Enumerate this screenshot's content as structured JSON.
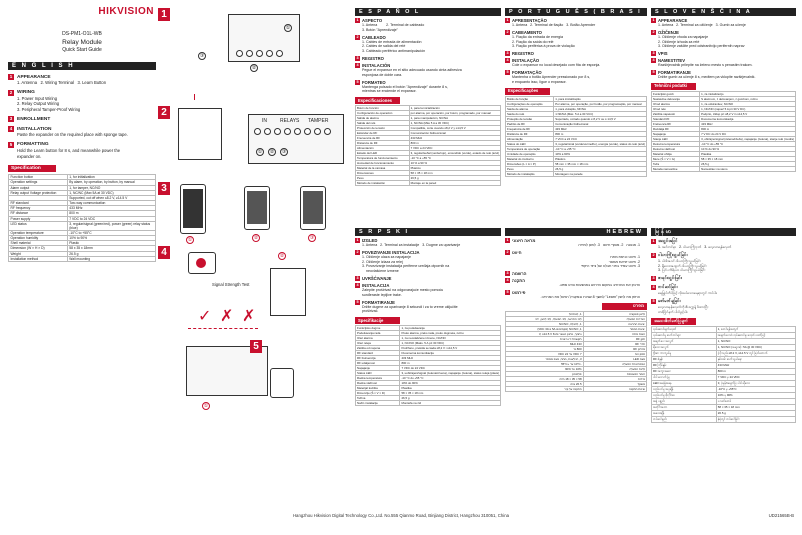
{
  "brand": "HIKVISION",
  "model": "DS-PM1-O1L-WB",
  "title": "Relay Module",
  "subtitle": "Quick Start Guide",
  "english": {
    "lang": "E N G L I S H",
    "sections": [
      {
        "n": "1",
        "h": "APPEARANCE",
        "t": "1. Antenna   2. Wiring Terminal   3. Learn Button"
      },
      {
        "n": "2",
        "h": "WIRING",
        "t": "1. Power Input Wiring\n2. Relay Output Wiring\n3. Peripheral Tamper-Proof Wiring"
      },
      {
        "n": "3",
        "h": "ENROLLMENT",
        "t": ""
      },
      {
        "n": "4",
        "h": "INSTALLATION",
        "t": "Paste the expander on the required place with sponge tape."
      },
      {
        "n": "5",
        "h": "FORMATTING",
        "t": "Hold the Learn button for 8 s, and meanwhile power the\nexpander on."
      }
    ],
    "spec_title": "Specification",
    "spec": [
      [
        "Function button",
        "1, for initialization"
      ],
      [
        "Operation settings",
        "By alarm, by operation, by button, by manual"
      ],
      [
        "Alarm output",
        "1, for tamper, NC/NO"
      ],
      [
        "Relay output Voltage protection",
        "1, NC/NC (Max 5A at 30 VDC)"
      ],
      [
        "",
        "Supported, cut off when ≤8.2 V, ≥14.5 V"
      ],
      [
        "RF standard",
        "Two-way communication"
      ],
      [
        "RF frequency",
        "433 MHz"
      ],
      [
        "RF distance",
        "800 m"
      ],
      [
        "Power supply",
        "7 VDC to 24 VDC"
      ],
      [
        "LED status",
        "3, regular/signal (green/red), power (green) relay status (blue)"
      ],
      [
        "Operation temperature",
        "-10°C to +55°C"
      ],
      [
        "Operation humidity",
        "10% to 90%"
      ],
      [
        "Shell material",
        "Plastic"
      ],
      [
        "Dimension (W × H × D)",
        "58 x 35 x 18mm"
      ],
      [
        "Weight",
        "26.5 g"
      ],
      [
        "Installation method",
        "Wall mounting"
      ]
    ]
  },
  "illustration": {
    "steps": [
      "1",
      "2",
      "3",
      "4",
      "5"
    ],
    "terminal_labels": [
      "IN",
      "RELAYS",
      "TAMPER"
    ],
    "callouts": [
      "①",
      "②",
      "③"
    ],
    "signal_label": "Signal Strength Test"
  },
  "espanol": {
    "lang": "E S P A Ñ O L",
    "sections": [
      {
        "n": "1",
        "h": "ASPECTO",
        "t": "1. Antena         2. Terminal de cableado\n3. Botón \"Aprendizaje\""
      },
      {
        "n": "2",
        "h": "CABLEADO",
        "t": "1. Cables de entrada de alimentación\n2. Cables de salida del relé\n3. Cableado periférico antimanipulación"
      },
      {
        "n": "3",
        "h": "REGISTRO",
        "t": ""
      },
      {
        "n": "4",
        "h": "INSTALACIÓN",
        "t": "Pegue el expansor en el sitio adecuado usando cinta adhesiva\nesponjosa de doble cara."
      },
      {
        "n": "5",
        "h": "FORMATEO",
        "t": "Mantenga pulsado el botón \"Aprendizaje\" durante 8 s,\nmientras se enciende el expansor."
      }
    ],
    "spec_title": "Especificaciones",
    "spec": [
      [
        "Botón de función",
        "1, para la inicialización"
      ],
      [
        "Configuración de operación",
        "por alarma, por operación, por botón, programado, por manual"
      ],
      [
        "Salida de alarma",
        "1, para manipulación, NC/NA"
      ],
      [
        "Salida del relé",
        "1, NC/NA (Máx 5 A a 30 VDC)"
      ],
      [
        "Protección de tensión",
        "Compatible, corte cuando ≤8,2 V y ≥14,5 V"
      ],
      [
        "Estándar de RF",
        "Comunicación bidireccional"
      ],
      [
        "Frecuencia de RF",
        "433 MHz"
      ],
      [
        "Distancia de RF",
        "800 m"
      ],
      [
        "Alimentación",
        "7 VDC a 24 VDC"
      ],
      [
        "Estado del LED",
        "3, regular/señal (verde/rojo), encendido (verde), estado de relé (azul)"
      ],
      [
        "Temperatura de funcionamiento",
        "-10 °C a +55 °C"
      ],
      [
        "Humedad de funcionamiento",
        "10 % a 90 %"
      ],
      [
        "Material de la carcasa",
        "Plástico"
      ],
      [
        "Dimensiones",
        "58 × 35 × 18 mm"
      ],
      [
        "Peso",
        "26,5 g"
      ],
      [
        "Método de instalación",
        "Montaje en la pared"
      ]
    ]
  },
  "portugues": {
    "lang": "P O R T U G U Ê S ( B R A S I L )",
    "sections": [
      {
        "n": "1",
        "h": "APRESENTAÇÃO",
        "t": "1. Antena   2. Terminal de fiação   3. Botão Aprender"
      },
      {
        "n": "2",
        "h": "CABEAMENTO",
        "t": "1. Fiação da entrada de energia\n2. Fiação da saída do relé\n3. Fiação periférica à prova de violação"
      },
      {
        "n": "3",
        "h": "REGISTRO",
        "t": ""
      },
      {
        "n": "4",
        "h": "INSTALAÇÃO",
        "t": "Cole o expansor no local desejado com fita de esponja."
      },
      {
        "n": "5",
        "h": "FORMATAÇÃO",
        "t": "Mantenha o botão Aprender pressionado por 8 s,\ne enquanto isso, ligue o expansor."
      }
    ],
    "spec_title": "Especificações",
    "spec": [
      [
        "Botão de função",
        "1, para inicialização"
      ],
      [
        "Configurações de operação",
        "Por alarme, por operação, por botão, por programação, por manual"
      ],
      [
        "Saída de alarme",
        "1, para violação, NF/NA"
      ],
      [
        "Saída do relé",
        "1 NF/NA (Máx. 5 A a 30 VCC)"
      ],
      [
        "Proteção de tensão",
        "Suportado, cortado quando ≤ 8,2 V ou ≥ 14,5 V"
      ],
      [
        "Padrão de RF",
        "Comunicação bidirecional"
      ],
      [
        "Frequência de RF",
        "433 MHz"
      ],
      [
        "Distância de RF",
        "800 m"
      ],
      [
        "Alimentação",
        "7 VCC a 24 VCC"
      ],
      [
        "Status do LED",
        "3, regular/sinal (verde/vermelho), energia (verde), status do relé (azul)"
      ],
      [
        "Temperatura de operação",
        "-10 °C a +55 °C"
      ],
      [
        "Umidade de operação",
        "10% a 90%"
      ],
      [
        "Material do invólucro",
        "Plástico"
      ],
      [
        "Dimensões (L × A × P)",
        "58 mm × 35 mm × 18 mm"
      ],
      [
        "Peso",
        "26,5 g"
      ],
      [
        "Método de instalação",
        "Montagem na parede"
      ]
    ]
  },
  "slovenscina": {
    "lang": "S L O V E N Š Č I N A",
    "sections": [
      {
        "n": "1",
        "h": "APPEARANCE",
        "t": "1. Antena   2. Terminal za ožičenje   3. Gumb za učenje"
      },
      {
        "n": "2",
        "h": "OŽIČENJE",
        "t": "1. Ožičenje vhoda za napajanje\n2. Ožičenje izhoda za relé\n3. Ožičenje zaščite pred odstranitvijo perifernih naprav"
      },
      {
        "n": "3",
        "h": "VPIS",
        "t": ""
      },
      {
        "n": "4",
        "h": "NAMESTITEV",
        "t": "Razširjevalnik prilepite na želeno mesto s penastim trakom."
      },
      {
        "n": "5",
        "h": "FORMATIRANJE",
        "t": "Držite gumb za učenje 8 s, medtem pa vklopite razširjevalnik."
      }
    ],
    "spec_title": "Tehnični podatki",
    "spec": [
      [
        "Funkcijski gumb",
        "1, za inicializacijo"
      ],
      [
        "Nastavitve delovanja",
        "S alarmom, z delovanjem, z gumbom, ročno"
      ],
      [
        "Izhod alarma",
        "1, za odstranitev, NC/NO"
      ],
      [
        "Izhod relé",
        "1, NC/NO (največ 5 A pri 30 V DC)"
      ],
      [
        "Zaščita napetosti",
        "Podprto, izklop pri ≤8,2 V in ≥14,5 V"
      ],
      [
        "Standard RF",
        "Dvosmerna komunikacija"
      ],
      [
        "Frekvenca RF",
        "433 MHz"
      ],
      [
        "Razdalja RF",
        "800 m"
      ],
      [
        "Napajanje",
        "7 V DC do 24 V DC"
      ],
      [
        "Stanje LED",
        "3, običajno/signal (zelena/rdeča), napajanje (zelena), stanje relé (modra)"
      ],
      [
        "Delovna temperatura",
        "-10 °C do +55 °C"
      ],
      [
        "Delovna vlažnost",
        "10 % do 90 %"
      ],
      [
        "Material ohišja",
        "Plastika"
      ],
      [
        "Mere (Š × V × G)",
        "58 × 35 × 18 mm"
      ],
      [
        "Teža",
        "26,5 g"
      ],
      [
        "Metoda namestitve",
        "Namestitev na steno"
      ]
    ]
  },
  "srpski": {
    "lang": "S R P S K I",
    "sections": [
      {
        "n": "1",
        "h": "IZGLED",
        "t": "1. Antena   2. Terminal za instalacije   3. Dugme za uparivanje"
      },
      {
        "n": "2",
        "h": "POVEZIVANJE INSTALACIJA",
        "t": "1. Ožičenje ulaza za napajanje\n2. Ožičenje izlaza za relej\n3. Povezivanje instalacija periferne uređaja otpornih na\n    neovlašćene izmene"
      },
      {
        "n": "3",
        "h": "UVRŠĆIVANJE",
        "t": ""
      },
      {
        "n": "4",
        "h": "INSTALACIJA",
        "t": "Zalepite proširivač na odgovarajuće mesto pomoću\nsunđeraste lepljive trake."
      },
      {
        "n": "5",
        "h": "FORMATIRANJE",
        "t": "Držite dugme za uparivanje 8 sekundi i za to vreme uključite\nproširivač."
      }
    ],
    "spec_title": "Specifikacije",
    "spec": [
      [
        "Funkcijsko dugme",
        "1, za podešavanje"
      ],
      [
        "Podešavanja rada",
        "Preko alarma, preko rada, preko dugmeta, ručno"
      ],
      [
        "Izlaz alarma",
        "1, za neovlašćene izmene, NC/NO"
      ],
      [
        "Izlaz releja",
        "1, NC/NO (Maks. 5 A pri 30 VDC)"
      ],
      [
        "Zaštita od napona",
        "Podržano, prekida se kada ≤8,2 V i ≥14,5 V"
      ],
      [
        "RF standard",
        "Dvosmerna komunikacija"
      ],
      [
        "RF frekvencija",
        "433 MHz"
      ],
      [
        "RF udaljenost",
        "800 m"
      ],
      [
        "Napajanje",
        "7 VDC do 24 VDC"
      ],
      [
        "Status LED",
        "3, uobičajeni/signal (zelena/crvena), napajanje (zelena), status releja (plava)"
      ],
      [
        "Radna temperatura",
        "-10 °C do +55 °C"
      ],
      [
        "Radna vlažnost",
        "10% do 90%"
      ],
      [
        "Materijal kućišta",
        "Plastika"
      ],
      [
        "Dimenzije (Š × V × D)",
        "58 × 35 × 18 mm"
      ],
      [
        "Težina",
        "26,5 g"
      ],
      [
        "Način instalacije",
        "Montaža na zid"
      ]
    ]
  },
  "hebrew": {
    "lang": "HEBREW",
    "sections": [
      {
        "n": "1",
        "h": "מראה חיצוני",
        "t": "1. אנטנה   2. מסוף חיווט   3. לחצן למידה"
      },
      {
        "n": "2",
        "h": "חיווט",
        "t": "1. חיווט כניסת מתח\n2. חיווט יציאת ממסר\n3. חיווט עמיד בפני חבלה של ציוד היקפי"
      },
      {
        "n": "3",
        "h": "הרשמה",
        "t": ""
      },
      {
        "n": "4",
        "h": "התקנה",
        "t": "הדבק את המרחיב במקום הדרוש באמצעות סרט ספוג."
      },
      {
        "n": "5",
        "h": "פירמוט",
        "t": "החזק את לחצן \"Learn\" למשך 8 שניות ובמקביל הפעל את המרחיב."
      }
    ],
    "spec_title": "מפרט",
    "spec": [
      [
        "לחצן פונקציה",
        "1, לאתחול"
      ],
      [
        "הגדרות הפעלה",
        "לפי התראה, לפי הפעלה, לפי לחצן, ידני"
      ],
      [
        "יציאת התראה",
        "1, לחבלה, NC/NO"
      ],
      [
        "יציאת ממסר",
        "1, NC/NO (מקסימום 5A ב-30 VDC)"
      ],
      [
        "הגנת מתח",
        "נתמך, ניתוק כאשר ≤8.2 V, ≥14.5 V"
      ],
      [
        "תקן RF",
        "תקשורת דו-כיוונית"
      ],
      [
        "תדר RF",
        "433 MHz"
      ],
      [
        "מרחק RF",
        "800 מ'"
      ],
      [
        "ספק כוח",
        "7 VDC עד 24 VDC"
      ],
      [
        "מצב LED",
        "3, רגיל/אות, מתח, מצב ממסר"
      ],
      [
        "טמפרטורת הפעלה",
        "-10°C עד +55°C"
      ],
      [
        "לחות הפעלה",
        "10% עד 90%"
      ],
      [
        "חומר המעטפת",
        "פלסטיק"
      ],
      [
        "מידות",
        "58 × 35 × 18 מ\"מ"
      ],
      [
        "משקל",
        "26.5 גרם"
      ],
      [
        "שיטת התקנה",
        "התקנה על קיר"
      ]
    ]
  },
  "myanmar": {
    "lang": "မြန်မာ",
    "sections": [
      {
        "n": "1",
        "h": "အသွင်အပြင်",
        "t": "1. အင်တင်နာ   2. ဝါယာကြိုးငုတ်   3. လေ့လာရန်ခလုတ်"
      },
      {
        "n": "2",
        "h": "ဝါယာကြိုးသွယ်ခြင်း",
        "t": "1. ပါဝါအဝင် ဝါယာကြိုးသွယ်ခြင်း\n2. ရီလေးအထွက် ဝါယာကြိုးသွယ်ခြင်း\n3. ပြင်ပကိရိယာ ဝါယာကြိုးသွယ်ခြင်း"
      },
      {
        "n": "3",
        "h": "စာရင်းသွင်းခြင်း",
        "t": ""
      },
      {
        "n": "4",
        "h": "တပ်ဆင်ခြင်း",
        "t": "ရေမြှုပ်တိပ်ဖြင့် လိုအပ်သောနေရာတွင် ကပ်ပါ။"
      },
      {
        "n": "5",
        "h": "ဖော်မတ်ချခြင်း",
        "t": "လေ့လာရန်ခလုတ်ကို 8 စက္ကန့် ဖိထားပြီး\nတစ်ပြိုင်နက် ပါဝါဖွင့်ပါ။"
      }
    ],
    "spec_title": "အသေးစိတ်ဖော်ပြချက်",
    "spec": [
      [
        "လုပ်ဆောင်ချက်ခလုတ်",
        "1, စတင်ရန်အတွက်"
      ],
      [
        "လုပ်ဆောင်မှု ဆက်တင်များ",
        "အချက်ပေးသံ၊ လုပ်ဆောင်မှု၊ ခလုတ်၊ လက်ဖြင့်"
      ],
      [
        "အချက်ပေး အထွက်",
        "1, NC/NO"
      ],
      [
        "ရီလေး အထွက်",
        "1, NC/NO (အများဆုံး 5A @ 30 VDC)"
      ],
      [
        "ဗို့အား ကာကွယ်မှု",
        "ပံ့ပိုးသည်၊ ≤8.2 V, ≥14.5 V တွင် ဖြတ်တောက်"
      ],
      [
        "RF စံနှုန်း",
        "နှစ်လမ်း ဆက်သွယ်ရေး"
      ],
      [
        "RF ကြိမ်နှုန်း",
        "433 MHz"
      ],
      [
        "RF အကွာအဝေး",
        "800 m"
      ],
      [
        "ပါဝါ ထောက်ပံ့မှု",
        "7 VDC မှ 24 VDC"
      ],
      [
        "LED အခြေအနေ",
        "3, ပုံမှန်/အချက်ပြ၊ ပါဝါ၊ ရီလေး"
      ],
      [
        "လည်ပတ်မှု အပူချိန်",
        "-10°C မှ +55°C"
      ],
      [
        "လည်ပတ်မှု စိုထိုင်းဆ",
        "10% မှ 90%"
      ],
      [
        "အခွံ ပစ္စည်း",
        "ပလတ်စတစ်"
      ],
      [
        "အတိုင်းအတာ",
        "58 × 35 × 18 mm"
      ],
      [
        "အလေးချိန်",
        "26.5 g"
      ],
      [
        "တပ်ဆင်နည်း",
        "နံရံတွင် တပ်ဆင်ခြင်း"
      ]
    ]
  },
  "footer": "Hangzhou Hikvision Digital Technology Co.,Ltd. No.555 Qianmo Road, Binjiang District, Hangzhou 310051, China",
  "doc_id": "UD21565B-B"
}
